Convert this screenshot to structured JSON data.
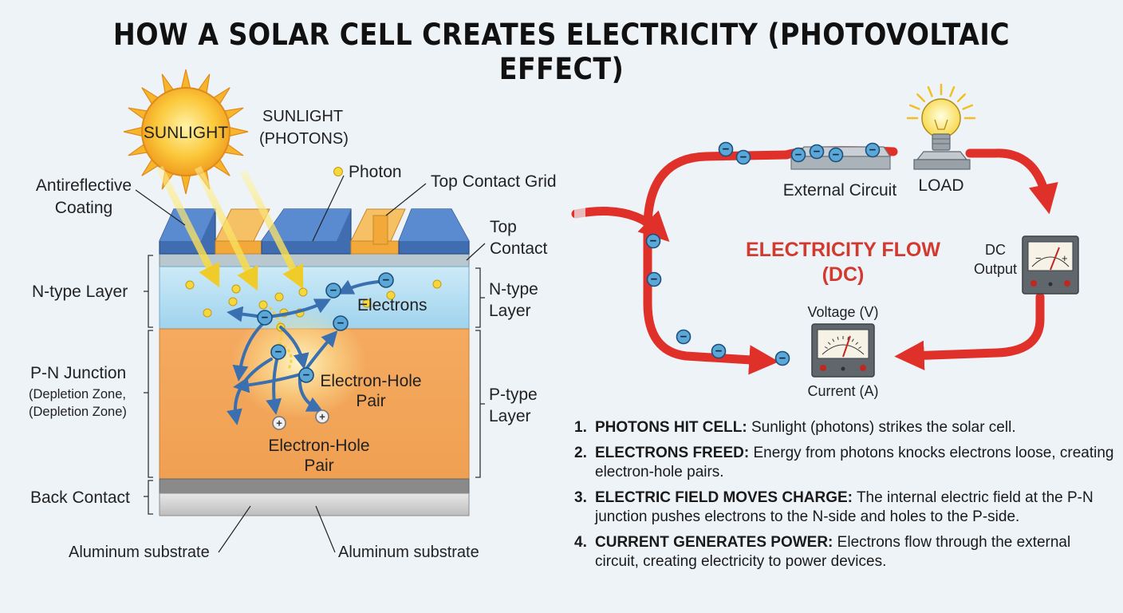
{
  "title": "HOW A SOLAR CELL CREATES ELECTRICITY (PHOTOVOLTAIC EFFECT)",
  "sun_label": "SUNLIGHT",
  "sunlight_photons": [
    "SUNLIGHT",
    "(PHOTONS)"
  ],
  "labels": {
    "photon": "Photon",
    "top_contact_grid": "Top Contact Grid",
    "antireflective": [
      "Antireflective",
      "Coating"
    ],
    "top_contact": [
      "Top",
      "Contact"
    ],
    "n_type_left": "N-type Layer",
    "n_type_right": [
      "N-type",
      "Layer"
    ],
    "electrons": "Electrons",
    "pn_junction": [
      "P-N Junction",
      "(Depletion Zone,",
      "(Depletion Zone)"
    ],
    "p_type_right": [
      "P-type",
      "Layer"
    ],
    "ehp_right": [
      "Electron-Hole",
      "Pair"
    ],
    "ehp_bottom": [
      "Electron-Hole",
      "Pair"
    ],
    "back_contact": "Back Contact",
    "aluminum_left": "Aluminum substrate",
    "aluminum_right": "Aluminum substrate"
  },
  "circuit": {
    "external_circuit": "External Circuit",
    "load": "LOAD",
    "flow_title": [
      "ELECTRICITY FLOW",
      "(DC)"
    ],
    "dc_output": [
      "DC",
      "Output"
    ],
    "voltage": "Voltage (V)",
    "current": "Current (A)",
    "meter_minus": "−",
    "meter_plus": "+"
  },
  "charges": {
    "electron": "−",
    "hole": "+"
  },
  "steps": [
    {
      "num": "1.",
      "head": "PHOTONS HIT CELL:",
      "text": " Sunlight (photons) strikes the solar cell."
    },
    {
      "num": "2.",
      "head": "ELECTRONS FREED:",
      "text": " Energy from photons knocks electrons loose, creating electron-hole pairs."
    },
    {
      "num": "3.",
      "head": "ELECTRIC FIELD MOVES CHARGE:",
      "text": " The internal electric field at the P-N junction pushes electrons to the N-side and holes to the P-side."
    },
    {
      "num": "4.",
      "head": "CURRENT GENERATES POWER:",
      "text": " Electrons flow through the external circuit, creating electricity to power devices."
    }
  ],
  "colors": {
    "background": "#eef3f8",
    "n_layer": "#a9d9f0",
    "p_layer": "#f3a55a",
    "grid_blue": "#3f6db0",
    "grid_orange": "#f2a93a",
    "arrow_blue": "#3a6fb0",
    "wire_red": "#e0302a",
    "flow_text": "#d23a2f",
    "sun": "#f7b52c",
    "electron": "#5aa7d8"
  }
}
